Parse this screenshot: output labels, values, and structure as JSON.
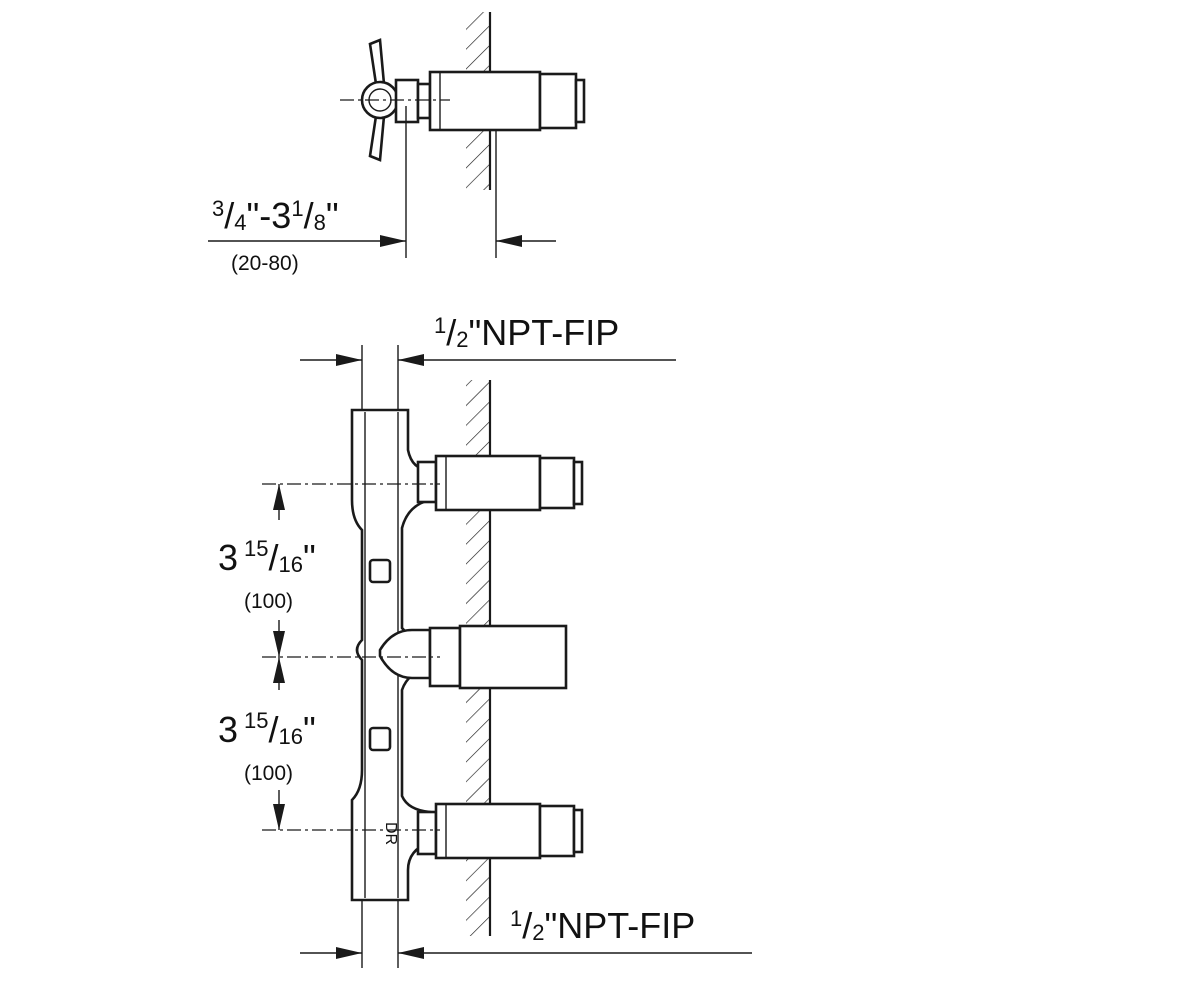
{
  "top_view": {
    "dimension": {
      "num_a": "3",
      "den_a": "4",
      "sep": "\"-3",
      "num_b": "1",
      "den_b": "8",
      "end": "\"",
      "metric": "(20-80)"
    }
  },
  "front_view": {
    "top_connection": {
      "num": "1",
      "den": "2",
      "text": "\"NPT-FIP"
    },
    "bottom_connection": {
      "num": "1",
      "den": "2",
      "text": "\"NPT-FIP"
    },
    "spacing_upper": {
      "whole": "3",
      "num": "15",
      "den": "16",
      "end": "\"",
      "metric": "(100)"
    },
    "spacing_lower": {
      "whole": "3",
      "num": "15",
      "den": "16",
      "end": "\"",
      "metric": "(100)"
    },
    "body_marking": "DR"
  }
}
